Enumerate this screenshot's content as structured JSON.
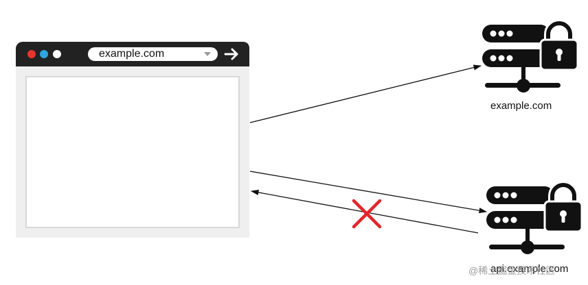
{
  "browser": {
    "url": "example.com",
    "window_dots": [
      "red",
      "blue",
      "white"
    ],
    "dot_colors": {
      "red": "#e8332f",
      "blue": "#2fa6df",
      "white": "#ffffff"
    }
  },
  "servers": [
    {
      "label": "example.com",
      "icon": "locked-server-icon"
    },
    {
      "label": "api.example.com",
      "icon": "locked-server-icon"
    }
  ],
  "arrows": [
    {
      "from": "browser",
      "to": "example.com",
      "status": "allowed"
    },
    {
      "from": "browser",
      "to": "api.example.com",
      "status": "allowed"
    },
    {
      "from": "api.example.com",
      "to": "browser",
      "status": "blocked",
      "color": "#e2262c"
    }
  ],
  "watermark": "@稀土掘金技术社区"
}
